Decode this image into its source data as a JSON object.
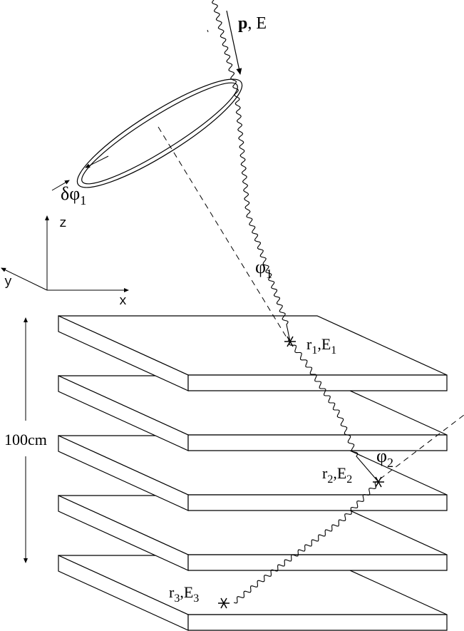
{
  "incoming": {
    "momentum_symbol": "p",
    "energy_rest": ", E"
  },
  "ring_label": {
    "base": "δφ",
    "sub": "1"
  },
  "axes": {
    "z": "z",
    "y": "y",
    "x": "x"
  },
  "angles": {
    "phi1": {
      "base": "φ",
      "sub": "1"
    },
    "phi2": {
      "base": "φ",
      "sub": "2"
    }
  },
  "stack_height": {
    "label": "100cm"
  },
  "hits": [
    {
      "r": "r",
      "r_sub": "1",
      "sep": ",",
      "e": "E",
      "e_sub": "1"
    },
    {
      "r": "r",
      "r_sub": "2",
      "sep": ",",
      "e": "E",
      "e_sub": "2"
    },
    {
      "r": "r",
      "r_sub": "3",
      "sep": ",",
      "e": "E",
      "e_sub": "3"
    }
  ],
  "colors": {
    "ink": "#000000",
    "background": "#ffffff"
  }
}
